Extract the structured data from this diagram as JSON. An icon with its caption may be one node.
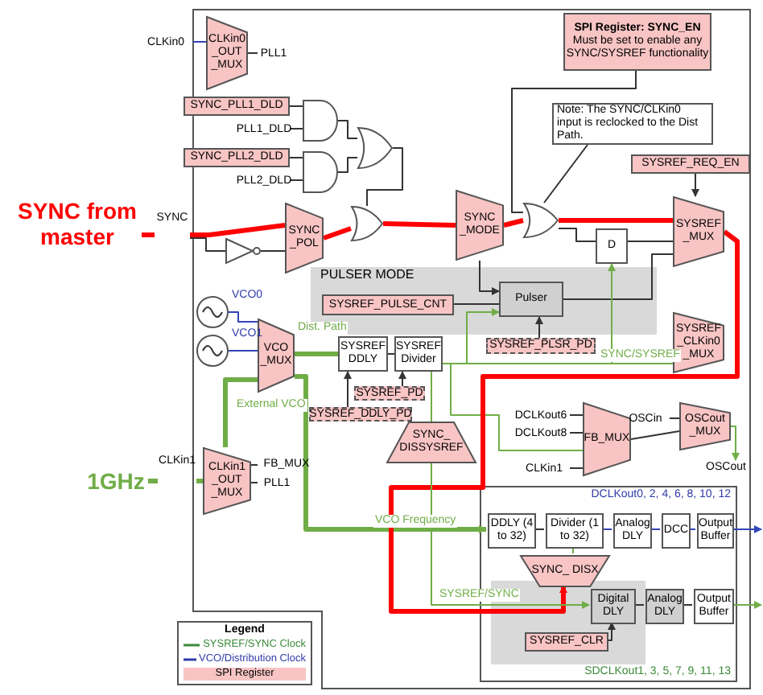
{
  "diagram": {
    "nodes": [
      {
        "text": [
          "CLKin0"
        ]
      },
      {
        "text": [
          "CLKin0 _OUT _MUX"
        ]
      },
      {
        "text": [
          "PLL1"
        ]
      },
      {
        "text": [
          "SPI Register: SYNC_EN",
          "Must be set to enable any SYNC/SYSREF functionality"
        ]
      },
      {
        "text": [
          "SYNC_PLL1_DLD"
        ]
      },
      {
        "text": [
          "PLL1_DLD"
        ]
      },
      {
        "text": [],
        "shape": "gate"
      },
      {
        "text": [
          "SYNC_PLL2_DLD"
        ]
      },
      {
        "text": [
          "PLL2_DLD"
        ]
      },
      {
        "text": [],
        "shape": "gate"
      },
      {
        "text": [],
        "shape": "gate"
      },
      {
        "text": [
          "SYNC from master"
        ]
      },
      {
        "text": [
          "SYNC"
        ]
      },
      {
        "text": [],
        "shape": "triangle"
      },
      {
        "text": [
          "SYNC _POL"
        ]
      },
      {
        "text": [],
        "shape": "gate"
      },
      {
        "text": [
          "SYNC _MODE"
        ]
      },
      {
        "text": [
          "Note: The SYNC/CLKin0 input is reclocked to the Dist Path."
        ]
      },
      {
        "text": [],
        "shape": "gate"
      },
      {
        "text": [
          "SYSREF_REQ_EN"
        ]
      },
      {
        "text": [
          "PULSER MODE"
        ]
      },
      {
        "text": [
          "SYSREF_PULSE_CNT"
        ],
        "in": 20
      },
      {
        "text": [
          "Pulser"
        ],
        "in": 20
      },
      {
        "text": [
          "D"
        ]
      },
      {
        "text": [
          "SYSREF _MUX"
        ]
      },
      {
        "text": [
          "SYSREF_PLSR_PD"
        ]
      },
      {
        "text": [],
        "shape": "circle",
        "beside": [
          "VCO0"
        ]
      },
      {
        "text": [],
        "shape": "circle",
        "beside": [
          "VCO1"
        ]
      },
      {
        "text": [
          "VCO _MUX"
        ]
      },
      {
        "text": [
          "SYSREF DDLY"
        ]
      },
      {
        "text": [
          "SYSREF Divider"
        ]
      },
      {
        "text": [
          "SYSREF _CLKin0 _MUX"
        ]
      },
      {
        "text": [
          "SYSREF_PD"
        ]
      },
      {
        "text": [
          "SYSREF_DDLY_PD"
        ]
      },
      {
        "text": [
          "SYNC_ DISSYSREF"
        ]
      },
      {
        "text": [
          "CLKin1"
        ]
      },
      {
        "text": [
          "CLKin1 _OUT _MUX"
        ]
      },
      {
        "text": [
          "FB_MUX"
        ]
      },
      {
        "text": [
          "PLL1"
        ]
      },
      {
        "text": [
          "DCLKout6"
        ]
      },
      {
        "text": [
          "DCLKout8"
        ]
      },
      {
        "text": [
          "CLKin1"
        ]
      },
      {
        "text": [
          "FB_MUX"
        ]
      },
      {
        "text": [
          "OSCin"
        ]
      },
      {
        "text": [
          "OSCout _MUX"
        ]
      },
      {
        "text": [
          "OSCout"
        ]
      },
      {
        "text": [
          "1GHz"
        ]
      },
      {
        "text": [
          "DCLKout0, 2, 4, 6, 8, 10, 12",
          "SDCLKout1, 3, 5, 7, 9, 11, 13"
        ]
      },
      {
        "text": [
          "DDLY (4 to 32)"
        ],
        "in": 47
      },
      {
        "text": [
          "Divider (1 to 32)"
        ],
        "in": 47
      },
      {
        "text": [
          "Analog DLY"
        ],
        "in": 47
      },
      {
        "text": [
          "DCC"
        ],
        "in": 47
      },
      {
        "text": [
          "Output Buffer"
        ],
        "in": 47
      },
      {
        "text": [
          "SYNC_ DISX"
        ],
        "in": 47
      },
      {
        "text": [
          "Digital DLY"
        ],
        "in": 47
      },
      {
        "text": [
          "Analog DLY"
        ],
        "in": 47
      },
      {
        "text": [
          "Output Buffer"
        ],
        "in": 47
      },
      {
        "text": [
          "SYSREF_CLR"
        ],
        "in": 47
      }
    ],
    "edges": [
      {
        "from": 0,
        "to": 1,
        "arrow": "none",
        "color": "#3344bb"
      },
      {
        "from": 1,
        "to": 2,
        "arrow": "none"
      },
      {
        "from": 4,
        "to": 6,
        "arrow": "none"
      },
      {
        "from": 5,
        "to": 6,
        "arrow": "none"
      },
      {
        "from": 7,
        "to": 9,
        "arrow": "none"
      },
      {
        "from": 8,
        "to": 9,
        "arrow": "none"
      },
      {
        "from": 6,
        "to": 10,
        "arrow": "none"
      },
      {
        "from": 9,
        "to": 10,
        "arrow": "none"
      },
      {
        "from": 10,
        "to": 15,
        "arrow": "none"
      },
      {
        "from": 11,
        "to": 12,
        "arrow": "none",
        "style": "thick",
        "color": "#ff0000"
      },
      {
        "from": 12,
        "to": 14,
        "arrow": "none",
        "style": "thick",
        "color": "#ff0000"
      },
      {
        "from": 12,
        "to": 13,
        "arrow": "none"
      },
      {
        "from": 13,
        "to": 14,
        "arrow": "none"
      },
      {
        "from": 14,
        "to": 15,
        "arrow": "none",
        "style": "thick",
        "color": "#ff0000"
      },
      {
        "from": 15,
        "to": 16,
        "arrow": "none",
        "style": "thick",
        "color": "#ff0000"
      },
      {
        "from": 16,
        "to": 18,
        "arrow": "none",
        "style": "thick",
        "color": "#ff0000"
      },
      {
        "from": 3,
        "to": 18,
        "arrow": "none"
      },
      {
        "from": 17,
        "to": 18,
        "arrow": "none"
      },
      {
        "from": 18,
        "to": 24,
        "arrow": "none",
        "style": "thick",
        "color": "#ff0000"
      },
      {
        "from": 18,
        "to": 23,
        "arrow": "none"
      },
      {
        "from": 16,
        "to": 22,
        "arrow": "to"
      },
      {
        "from": 21,
        "to": 22,
        "arrow": "none"
      },
      {
        "from": 25,
        "to": 22,
        "arrow": "to"
      },
      {
        "from": 23,
        "to": 24,
        "arrow": "none"
      },
      {
        "from": 22,
        "to": 24,
        "arrow": "none"
      },
      {
        "from": 19,
        "to": 24,
        "arrow": "to"
      },
      {
        "from": 26,
        "to": 28,
        "arrow": "none",
        "color": "#3344bb"
      },
      {
        "from": 27,
        "to": 28,
        "arrow": "none",
        "color": "#3344bb"
      },
      {
        "from": 46,
        "to": 35,
        "arrow": "none",
        "style": "thick",
        "color": "#70ad47"
      },
      {
        "from": 35,
        "to": 36,
        "arrow": "none",
        "style": "thick",
        "color": "#70ad47"
      },
      {
        "from": 36,
        "to": 37,
        "arrow": "none"
      },
      {
        "from": 36,
        "to": 38,
        "arrow": "none"
      },
      {
        "from": 36,
        "to": 28,
        "arrow": "none",
        "label": "External VCO",
        "style": "thick",
        "color": "#70ad47"
      },
      {
        "from": 28,
        "to": 29,
        "arrow": "none",
        "label": "Dist. Path",
        "style": "thick",
        "color": "#70ad47"
      },
      {
        "from": 29,
        "to": 30,
        "arrow": "none"
      },
      {
        "from": 33,
        "to": 29,
        "arrow": "to"
      },
      {
        "from": 32,
        "to": 30,
        "arrow": "to"
      },
      {
        "from": 30,
        "to": 23,
        "arrow": "to",
        "color": "#70ad47"
      },
      {
        "from": 30,
        "to": 22,
        "arrow": "to",
        "color": "#70ad47"
      },
      {
        "from": 30,
        "to": 31,
        "arrow": "none",
        "label": "SYNC/SYSREF",
        "color": "#70ad47"
      },
      {
        "from": 30,
        "to": 42,
        "arrow": "none",
        "color": "#70ad47"
      },
      {
        "from": 39,
        "to": 42,
        "arrow": "none"
      },
      {
        "from": 40,
        "to": 42,
        "arrow": "none"
      },
      {
        "from": 41,
        "to": 42,
        "arrow": "none"
      },
      {
        "from": 42,
        "to": 44,
        "arrow": "none"
      },
      {
        "from": 43,
        "to": 44,
        "arrow": "none"
      },
      {
        "from": 44,
        "to": 45,
        "arrow": "to",
        "color": "#70ad47"
      },
      {
        "from": 28,
        "to": 48,
        "arrow": "to",
        "label": "VCO Frequency",
        "style": "thick",
        "color": "#70ad47"
      },
      {
        "from": 24,
        "to": 53,
        "arrow": "to",
        "style": "thick",
        "color": "#ff0000"
      },
      {
        "from": 30,
        "to": 34,
        "arrow": "none",
        "color": "#70ad47"
      },
      {
        "from": 34,
        "to": 54,
        "arrow": "to",
        "label": "SYSREF/SYNC",
        "color": "#70ad47"
      },
      {
        "from": 48,
        "to": 49,
        "arrow": "none"
      },
      {
        "from": 49,
        "to": 50,
        "arrow": "none",
        "color": "#3344bb"
      },
      {
        "from": 50,
        "to": 51,
        "arrow": "none",
        "color": "#3344bb"
      },
      {
        "from": 51,
        "to": 52,
        "arrow": "none",
        "color": "#3344bb"
      },
      {
        "from": 52,
        "to": null,
        "arrow": "to",
        "color": "#3344bb"
      },
      {
        "from": 49,
        "to": 53,
        "arrow": "none",
        "color": "#70ad47"
      },
      {
        "from": 57,
        "to": 54,
        "arrow": "to"
      },
      {
        "from": 54,
        "to": 55,
        "arrow": "none"
      },
      {
        "from": 55,
        "to": 56,
        "arrow": "none"
      },
      {
        "from": 56,
        "to": null,
        "arrow": "to",
        "color": "#70ad47"
      }
    ],
    "labels": [
      "Legend"
    ],
    "legend": [
      {
        "text": "SYSREF/SYNC Clock"
      },
      {
        "text": "VCO/Distribution Clock"
      },
      {
        "text": "SPI Register",
        "color": "#f8c4c4"
      }
    ]
  }
}
